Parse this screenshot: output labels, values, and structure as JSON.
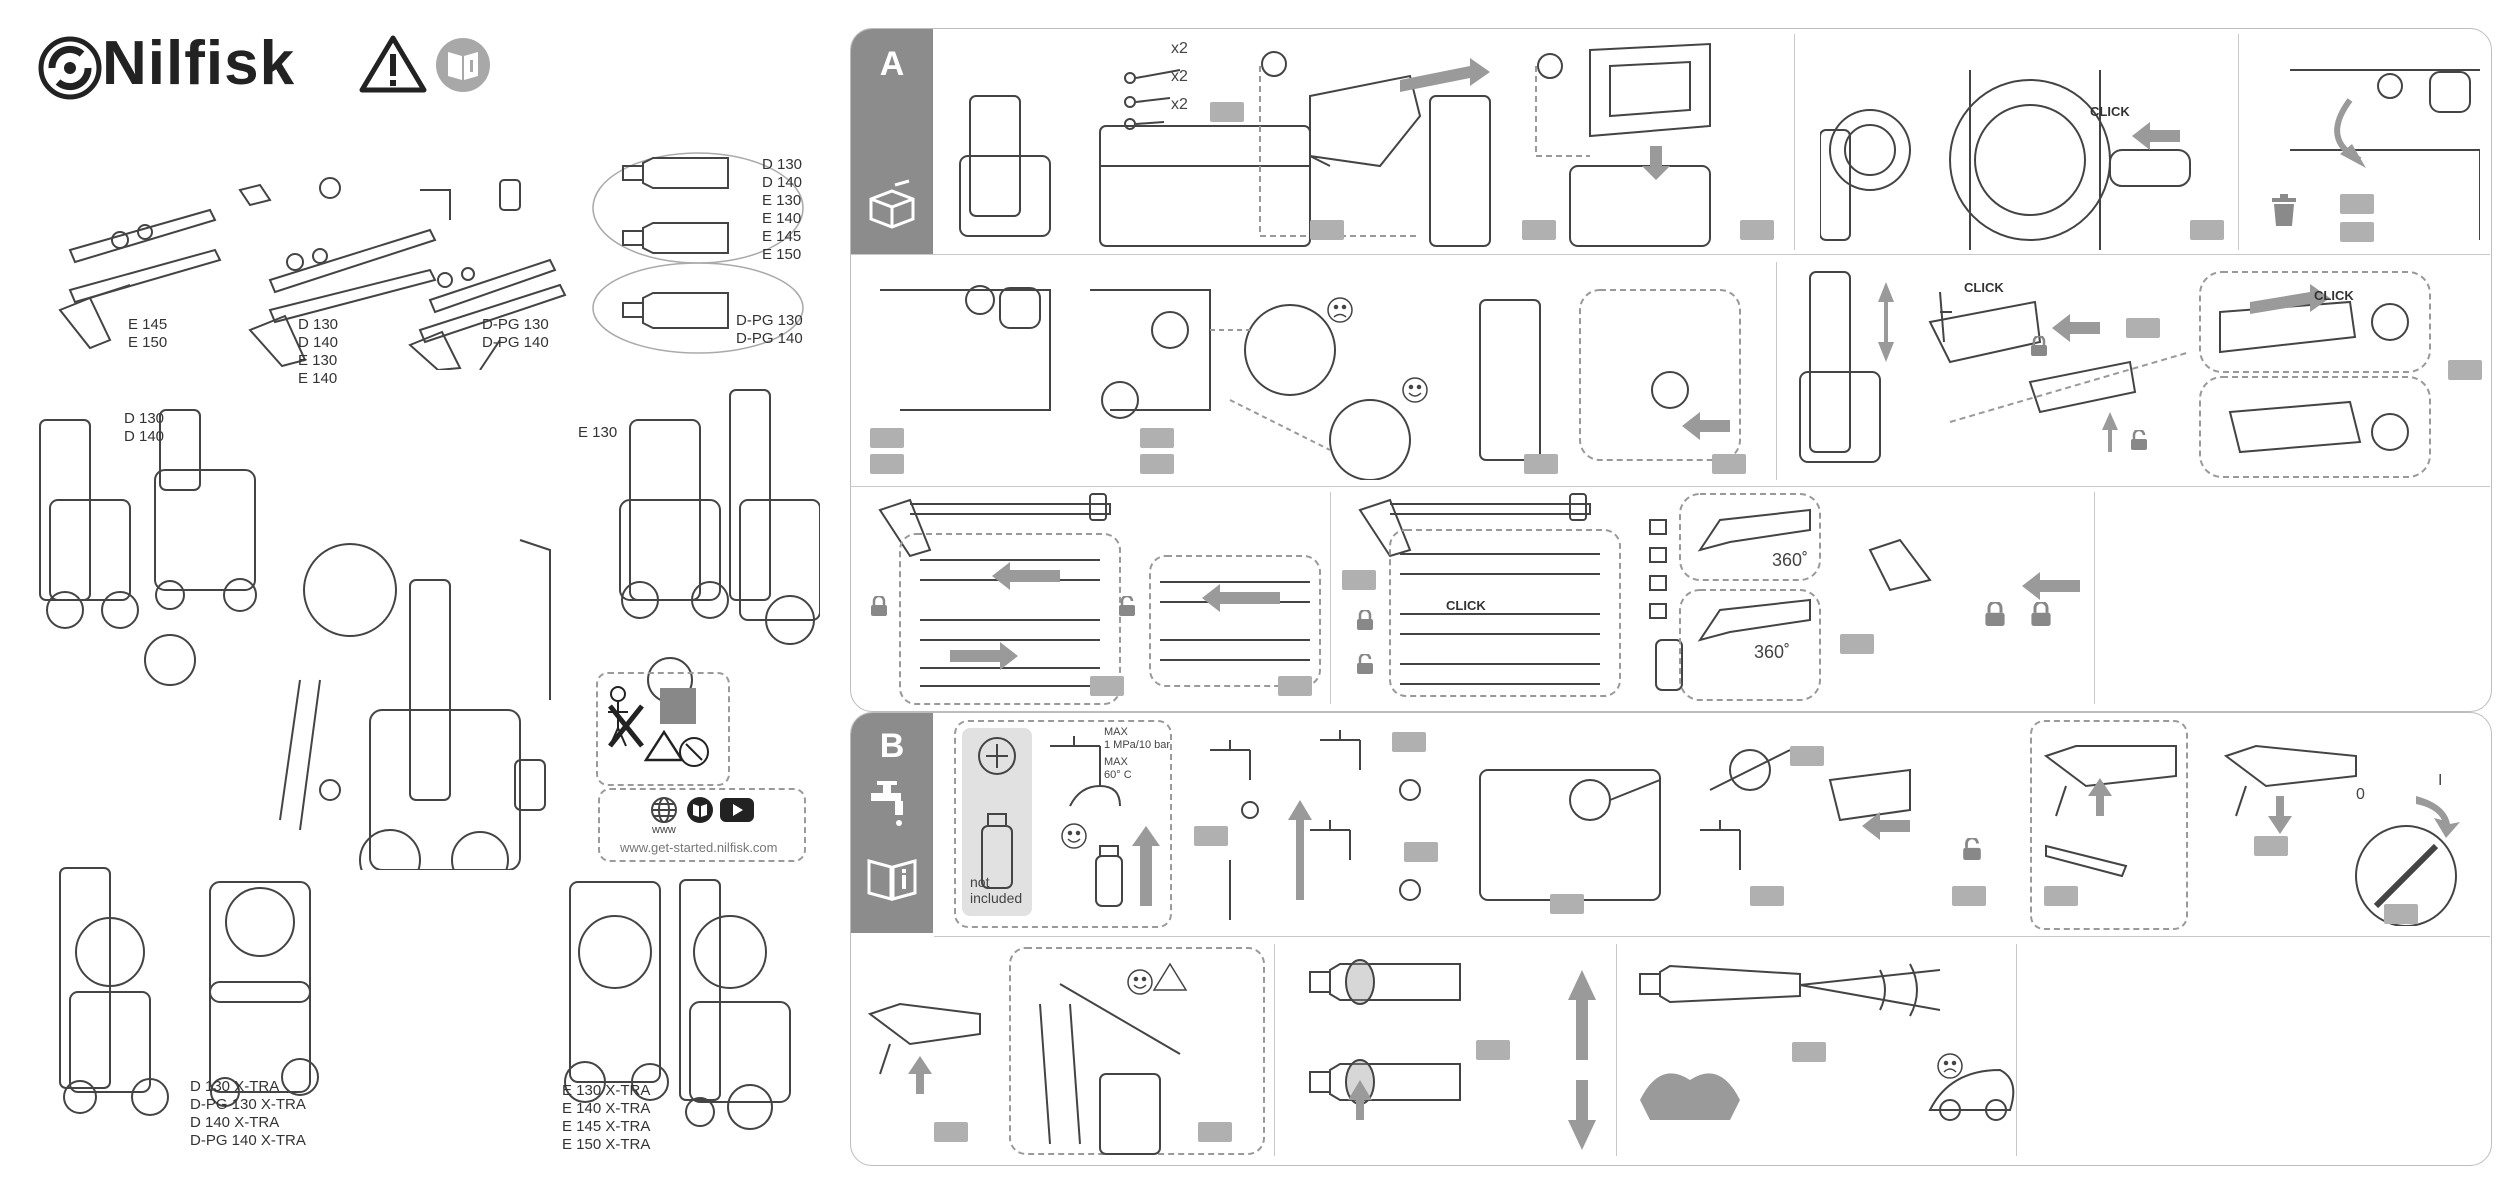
{
  "brand": {
    "name": "Nilfisk"
  },
  "left": {
    "groups": {
      "g1": [
        "E 145",
        "E 150"
      ],
      "g2": [
        "D 130",
        "D 140",
        "E 130",
        "E 140"
      ],
      "g3": [
        "D-PG 130",
        "D-PG 140"
      ],
      "nozzle_top": [
        "D 130",
        "D 140",
        "E 130",
        "E 140",
        "E 145",
        "E 150"
      ],
      "nozzle_bottom": [
        "D-PG 130",
        "D-PG 140"
      ],
      "unit_left": [
        "D 130",
        "D 140"
      ],
      "unit_right": [
        "E 130"
      ],
      "xtra_left": [
        "D 130 X-TRA",
        "D-PG 130 X-TRA",
        "D 140 X-TRA",
        "D-PG 140 X-TRA"
      ],
      "xtra_right": [
        "E 130 X-TRA",
        "E 140 X-TRA",
        "E 145 X-TRA",
        "E 150 X-TRA"
      ]
    },
    "web": {
      "www": "www",
      "url": "www.get-started.nilfisk.com"
    }
  },
  "sections": {
    "a": {
      "letter": "A"
    },
    "b": {
      "letter": "B"
    }
  },
  "texts": {
    "x2_1": "x2",
    "x2_2": "x2",
    "x2_3": "x2",
    "click": "CLICK",
    "deg360": "360˚",
    "water_max_pressure": "MAX\n1 MPa/10 bar",
    "water_max_temp": "MAX\n60° C",
    "not_included": "not\nincluded",
    "switch_off": "0",
    "switch_on": "I"
  }
}
